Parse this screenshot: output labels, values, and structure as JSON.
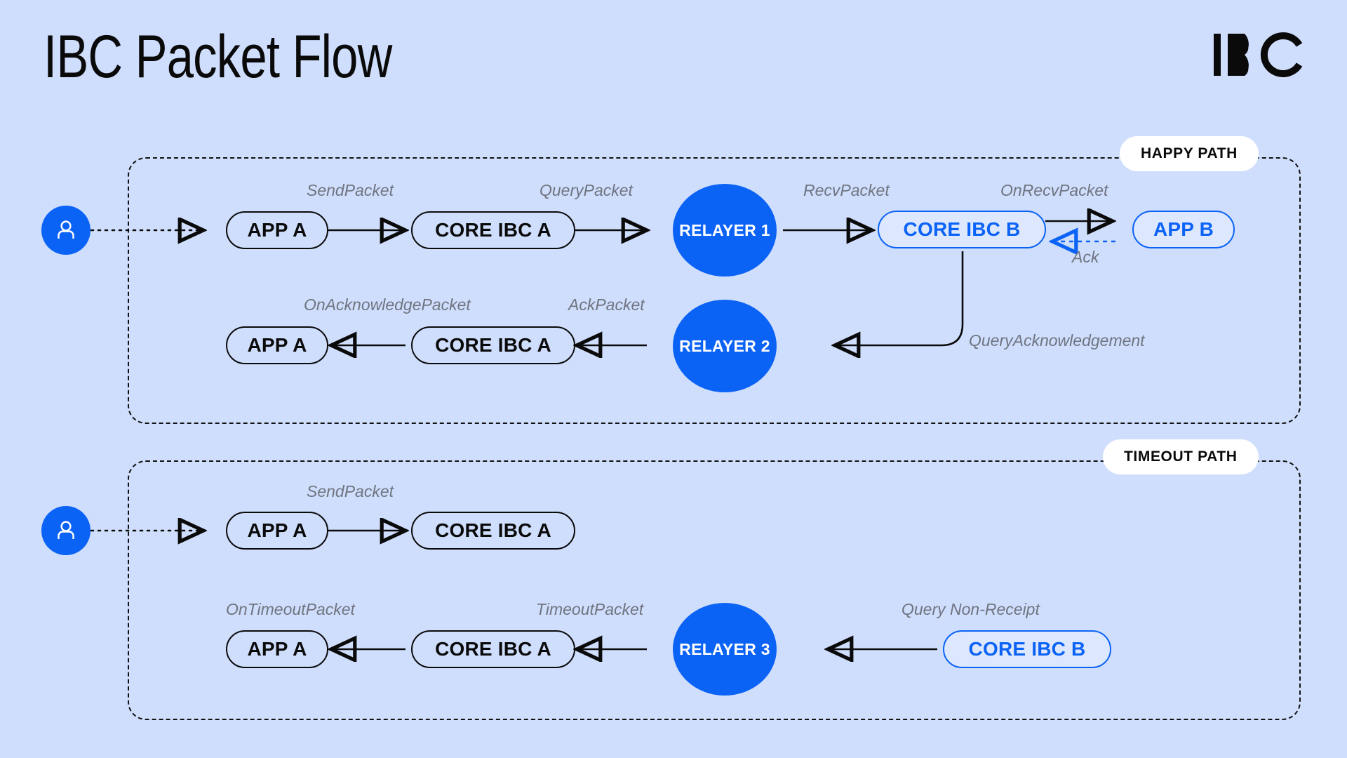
{
  "header": {
    "title": "IBC Packet Flow",
    "logo_text": "IBC"
  },
  "colors": {
    "background": "#cfdefc",
    "brand_blue": "#0b63f6",
    "chain_b_fill": "#dde7fd",
    "label_gray": "#6f7480",
    "ink": "#0a0a0a"
  },
  "zones": [
    {
      "id": "happy",
      "tag": "HAPPY PATH"
    },
    {
      "id": "timeout",
      "tag": "TIMEOUT PATH"
    }
  ],
  "happy_path": {
    "row_send": {
      "nodes": [
        {
          "name": "user",
          "label": "",
          "style": "avatar"
        },
        {
          "name": "app-a",
          "label": "APP A",
          "style": "dark"
        },
        {
          "name": "core-ibc-a",
          "label": "CORE IBC A",
          "style": "dark"
        },
        {
          "name": "relayer-1",
          "label": "RELAYER 1",
          "style": "relayer"
        },
        {
          "name": "core-ibc-b",
          "label": "CORE IBC B",
          "style": "blue"
        },
        {
          "name": "app-b",
          "label": "APP B",
          "style": "blue"
        }
      ],
      "edges": [
        {
          "label": "",
          "kind": "dotted-black"
        },
        {
          "label": "SendPacket",
          "kind": "solid-black"
        },
        {
          "label": "QueryPacket",
          "kind": "solid-black"
        },
        {
          "label": "RecvPacket",
          "kind": "solid-black"
        },
        {
          "label": "OnRecvPacket",
          "kind": "solid-black"
        },
        {
          "label": "Ack",
          "kind": "dotted-blue"
        }
      ]
    },
    "row_ack": {
      "nodes": [
        {
          "name": "app-a",
          "label": "APP A",
          "style": "dark"
        },
        {
          "name": "core-ibc-a",
          "label": "CORE IBC A",
          "style": "dark"
        },
        {
          "name": "relayer-2",
          "label": "RELAYER 2",
          "style": "relayer"
        }
      ],
      "edges": [
        {
          "label": "OnAcknowledgePacket",
          "kind": "solid-black"
        },
        {
          "label": "AckPacket",
          "kind": "solid-black"
        },
        {
          "label": "QueryAcknowledgement",
          "kind": "solid-black-curve"
        }
      ]
    }
  },
  "timeout_path": {
    "row_send": {
      "nodes": [
        {
          "name": "user",
          "label": "",
          "style": "avatar"
        },
        {
          "name": "app-a",
          "label": "APP A",
          "style": "dark"
        },
        {
          "name": "core-ibc-a",
          "label": "CORE IBC A",
          "style": "dark"
        }
      ],
      "edges": [
        {
          "label": "",
          "kind": "dotted-black"
        },
        {
          "label": "SendPacket",
          "kind": "solid-black"
        }
      ]
    },
    "row_timeout": {
      "nodes": [
        {
          "name": "app-a",
          "label": "APP A",
          "style": "dark"
        },
        {
          "name": "core-ibc-a",
          "label": "CORE IBC A",
          "style": "dark"
        },
        {
          "name": "relayer-3",
          "label": "RELAYER 3",
          "style": "relayer"
        },
        {
          "name": "core-ibc-b",
          "label": "CORE IBC B",
          "style": "blue"
        }
      ],
      "edges": [
        {
          "label": "OnTimeoutPacket",
          "kind": "solid-black"
        },
        {
          "label": "TimeoutPacket",
          "kind": "solid-black"
        },
        {
          "label": "Query Non-Receipt",
          "kind": "solid-black"
        }
      ]
    }
  },
  "icons": {
    "user": "user-icon"
  }
}
